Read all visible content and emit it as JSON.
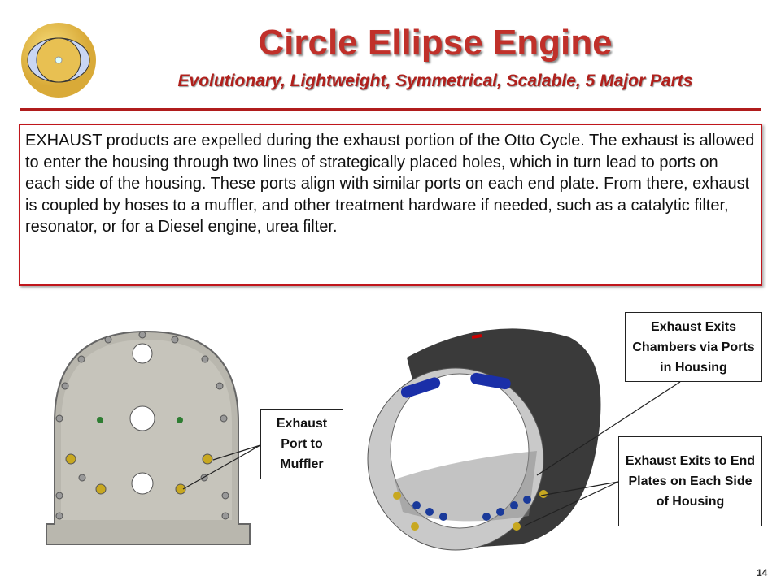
{
  "header": {
    "title": "Circle Ellipse Engine",
    "subtitle": "Evolutionary, Lightweight, Symmetrical, Scalable, 5 Major Parts",
    "logo_icon": "circle-ellipse-logo-icon"
  },
  "body": {
    "paragraph": "EXHAUST products are expelled during the exhaust portion of the Otto Cycle. The exhaust is allowed to enter the housing through two lines of strategically placed holes, which in turn lead to ports on each side of the housing. These ports align with similar ports on each end plate. From there, exhaust is coupled by hoses to a muffler, and other treatment hardware if needed, such as a catalytic filter, resonator, or for a Diesel engine, urea filter."
  },
  "callouts": {
    "port_to_muffler": "Exhaust Port to Muffler",
    "exits_chambers": "Exhaust Exits Chambers via Ports in Housing",
    "exits_end_plates": "Exhaust Exits to End Plates on Each Side of Housing"
  },
  "colors": {
    "accent": "#c0302a",
    "border": "#c0161c"
  },
  "page_number": "14"
}
